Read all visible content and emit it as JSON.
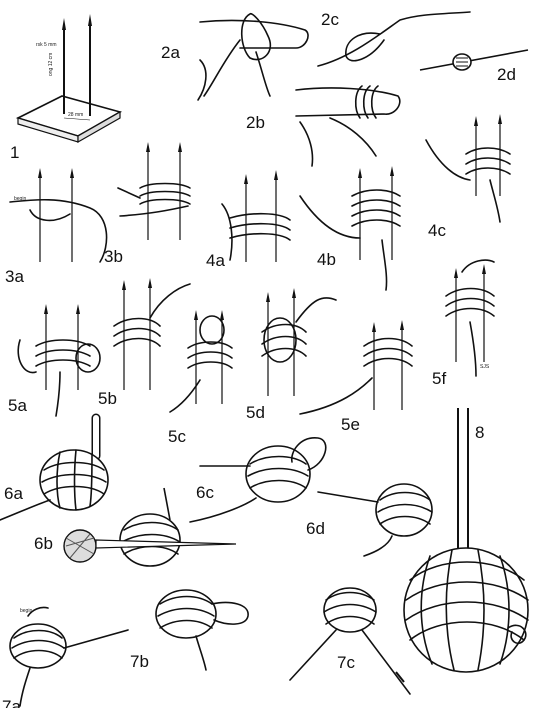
{
  "labels": {
    "s1": "1",
    "s2a": "2a",
    "s2b": "2b",
    "s2c": "2c",
    "s2d": "2d",
    "s3a": "3a",
    "s3b": "3b",
    "s4a": "4a",
    "s4b": "4b",
    "s4c": "4c",
    "s5a": "5a",
    "s5b": "5b",
    "s5c": "5c",
    "s5d": "5d",
    "s5e": "5e",
    "s5f": "5f",
    "s6a": "6a",
    "s6b": "6b",
    "s6c": "6c",
    "s6d": "6d",
    "s7a": "7a",
    "s7b": "7b",
    "s7c": "7c",
    "s8": "8"
  },
  "annotations": {
    "dim_top": "rsk 5 mm",
    "dim_len": "ong 12 cm",
    "dim_gap": "28 mm",
    "begin_3a": "begin",
    "begin_7a": "begin",
    "signature": "SJS"
  }
}
